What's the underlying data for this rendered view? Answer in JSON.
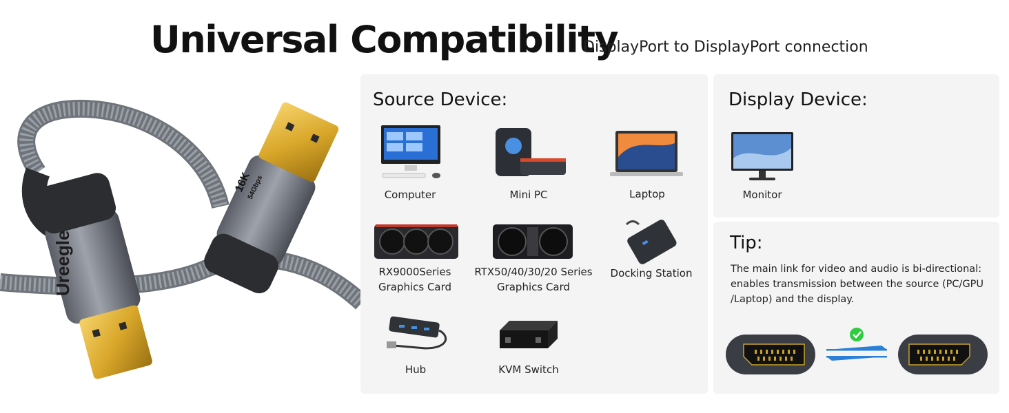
{
  "header": {
    "title": "Universal Compatibility",
    "subtitle": "DisplayPort to DisplayPort connection"
  },
  "cable": {
    "brand": "Ureegle",
    "badge_resolution": "16K",
    "badge_bandwidth": "54Gbps",
    "icon": "displayport-logo-icon"
  },
  "source_panel": {
    "title": "Source Device:",
    "devices": [
      {
        "label": "Computer",
        "icon": "computer-icon"
      },
      {
        "label": "Mini PC",
        "icon": "mini-pc-icon"
      },
      {
        "label": "Laptop",
        "icon": "laptop-icon"
      },
      {
        "label": "RX9000Series",
        "label2": "Graphics Card",
        "icon": "graphics-card-icon"
      },
      {
        "label": "RTX50/40/30/20 Series",
        "label2": "Graphics Card",
        "icon": "graphics-card-icon"
      },
      {
        "label": "Docking Station",
        "icon": "docking-station-icon"
      },
      {
        "label": "Hub",
        "icon": "usb-hub-icon"
      },
      {
        "label": "KVM Switch",
        "icon": "kvm-switch-icon"
      }
    ]
  },
  "display_panel": {
    "title": "Display Device:",
    "devices": [
      {
        "label": "Monitor",
        "icon": "monitor-icon"
      }
    ]
  },
  "tip": {
    "title": "Tip:",
    "text": "The main link for video and audio is bi-directional: enables transmission between the source (PC/GPU /Laptop) and the display.",
    "check_icon": "check-circle-icon",
    "arrows_icon": "bidirectional-arrows-icon",
    "colors": {
      "check": "#2ecc40",
      "arrow": "#2a7fd6"
    }
  }
}
